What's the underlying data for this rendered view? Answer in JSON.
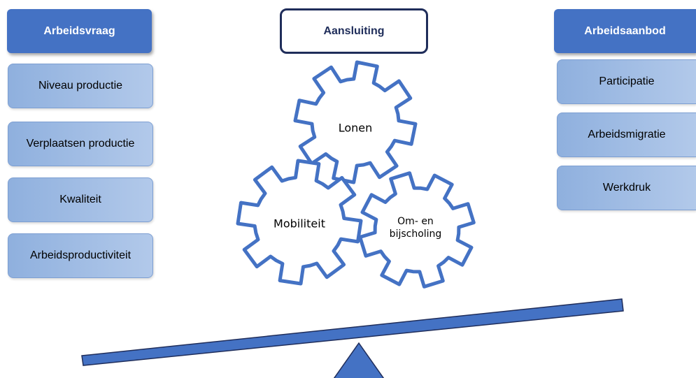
{
  "demand": {
    "title": "Arbeidsvraag",
    "items": [
      "Niveau productie",
      "Verplaatsen productie",
      "Kwaliteit",
      "Arbeidsproductiviteit"
    ]
  },
  "center": {
    "title": "Aansluiting",
    "gears": [
      {
        "label": "Lonen"
      },
      {
        "label": "Mobiliteit"
      },
      {
        "label": "Om- en\nbijscholing"
      }
    ]
  },
  "supply": {
    "title": "Arbeidsaanbod",
    "items": [
      "Participatie",
      "Arbeidsmigratie",
      "Werkdruk"
    ]
  },
  "colors": {
    "header": "#4472c4",
    "item_fill": "#a3bde6",
    "center_border": "#1f2d5a",
    "gear_stroke": "#4472c4",
    "seesaw": "#4472c4",
    "seesaw_border": "#1f2d5a"
  }
}
